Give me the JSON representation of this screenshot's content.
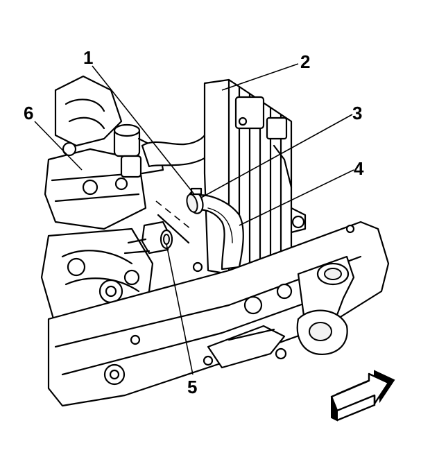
{
  "callouts": [
    {
      "id": "1",
      "label": "1"
    },
    {
      "id": "2",
      "label": "2"
    },
    {
      "id": "3",
      "label": "3"
    },
    {
      "id": "4",
      "label": "4"
    },
    {
      "id": "5",
      "label": "5"
    },
    {
      "id": "6",
      "label": "6"
    }
  ],
  "icons": {
    "view_arrow": "front-view-arrow-icon"
  }
}
